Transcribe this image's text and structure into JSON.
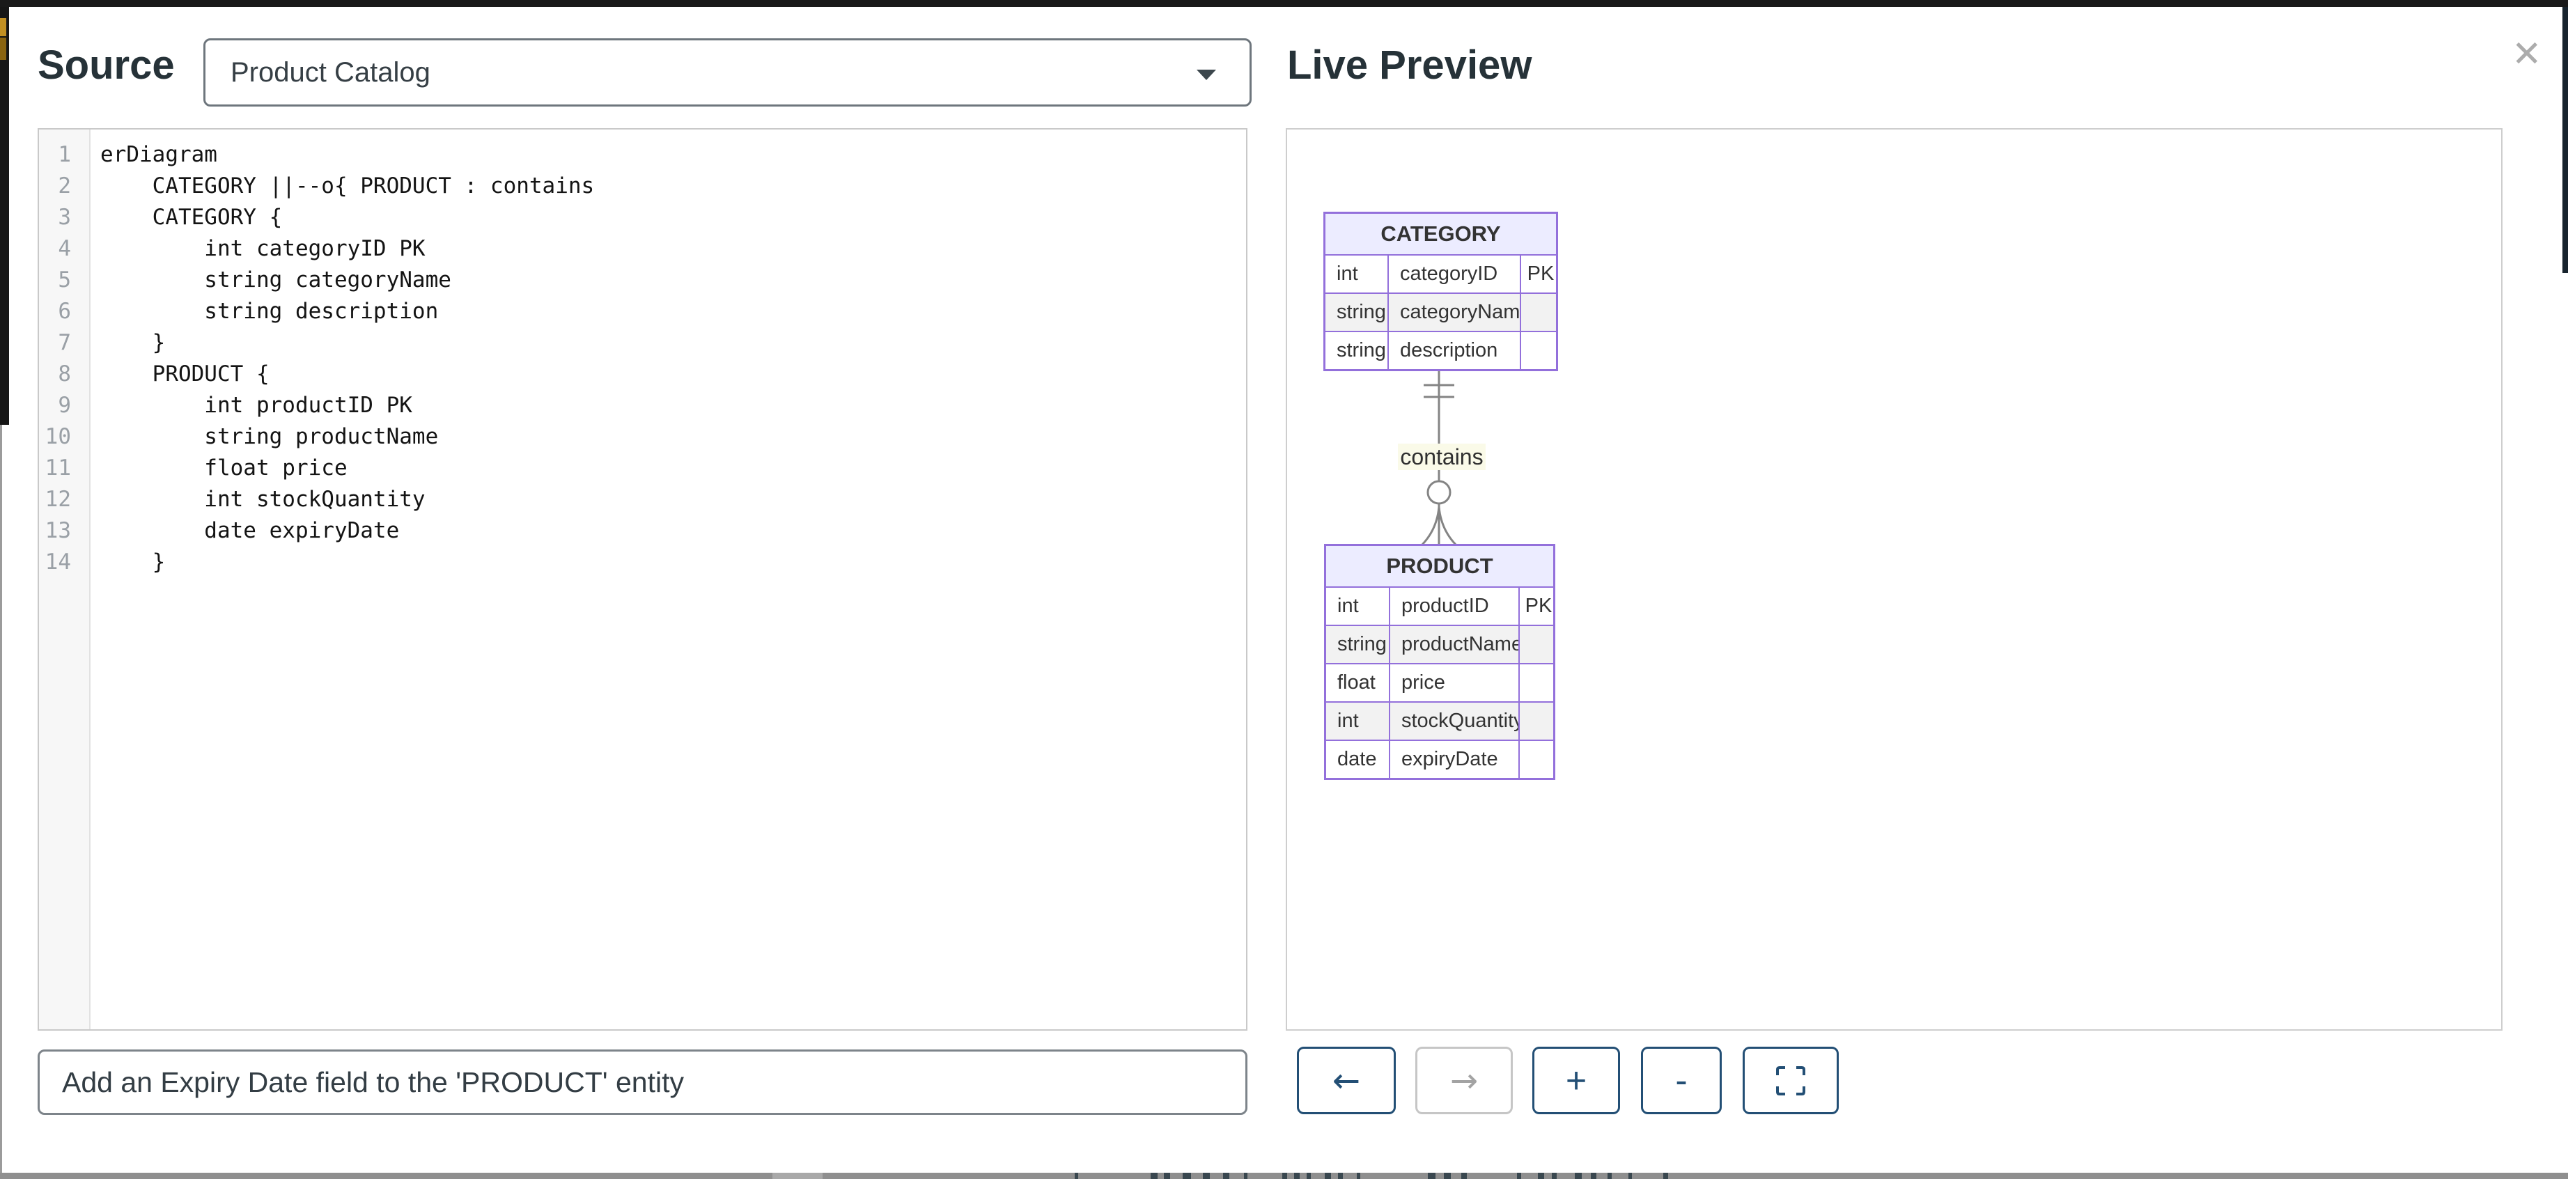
{
  "header": {
    "source_title": "Source",
    "preview_title": "Live Preview",
    "close_glyph": "✕",
    "dropdown": {
      "selected": "Product Catalog",
      "caret_icon": "chevron-down"
    }
  },
  "editor": {
    "lines": [
      "erDiagram",
      "    CATEGORY ||--o{ PRODUCT : contains",
      "    CATEGORY {",
      "        int categoryID PK",
      "        string categoryName",
      "        string description",
      "    }",
      "    PRODUCT {",
      "        int productID PK",
      "        string productName",
      "        float price",
      "        int stockQuantity",
      "        date expiryDate",
      "    }"
    ]
  },
  "prompt": {
    "value": "Add an Expiry Date field to the 'PRODUCT' entity"
  },
  "diagram": {
    "type": "er",
    "relationship": {
      "from": "CATEGORY",
      "to": "PRODUCT",
      "label": "contains",
      "cardinality": "||--o{",
      "from_marker": "exactly-one",
      "to_marker": "zero-or-many"
    },
    "entities": [
      {
        "name": "CATEGORY",
        "attributes": [
          {
            "type": "int",
            "name": "categoryID",
            "key": "PK"
          },
          {
            "type": "string",
            "name": "categoryName",
            "key": ""
          },
          {
            "type": "string",
            "name": "description",
            "key": ""
          }
        ]
      },
      {
        "name": "PRODUCT",
        "attributes": [
          {
            "type": "int",
            "name": "productID",
            "key": "PK"
          },
          {
            "type": "string",
            "name": "productName",
            "key": ""
          },
          {
            "type": "float",
            "name": "price",
            "key": ""
          },
          {
            "type": "int",
            "name": "stockQuantity",
            "key": ""
          },
          {
            "type": "date",
            "name": "expiryDate",
            "key": ""
          }
        ]
      }
    ]
  },
  "toolbar": {
    "buttons": [
      {
        "id": "undo",
        "glyph": "←",
        "icon": "arrow-left-icon",
        "enabled": true
      },
      {
        "id": "redo",
        "glyph": "→",
        "icon": "arrow-right-icon",
        "enabled": false
      },
      {
        "id": "zoom-in",
        "glyph": "+",
        "icon": "plus-icon",
        "enabled": true
      },
      {
        "id": "zoom-out",
        "glyph": "-",
        "icon": "minus-icon",
        "enabled": true
      },
      {
        "id": "fullscreen",
        "glyph": "fullscreen-corners",
        "icon": "fullscreen-icon",
        "enabled": true
      }
    ]
  },
  "colors": {
    "entity_header_fill": "#ECECFF",
    "entity_border": "#9370DB",
    "row_alt_fill": "#f2f2f2",
    "relationship_label_fill": "#fafae8",
    "relationship_stroke": "#848484",
    "accent_navy": "#234f75",
    "heading": "#263238"
  }
}
